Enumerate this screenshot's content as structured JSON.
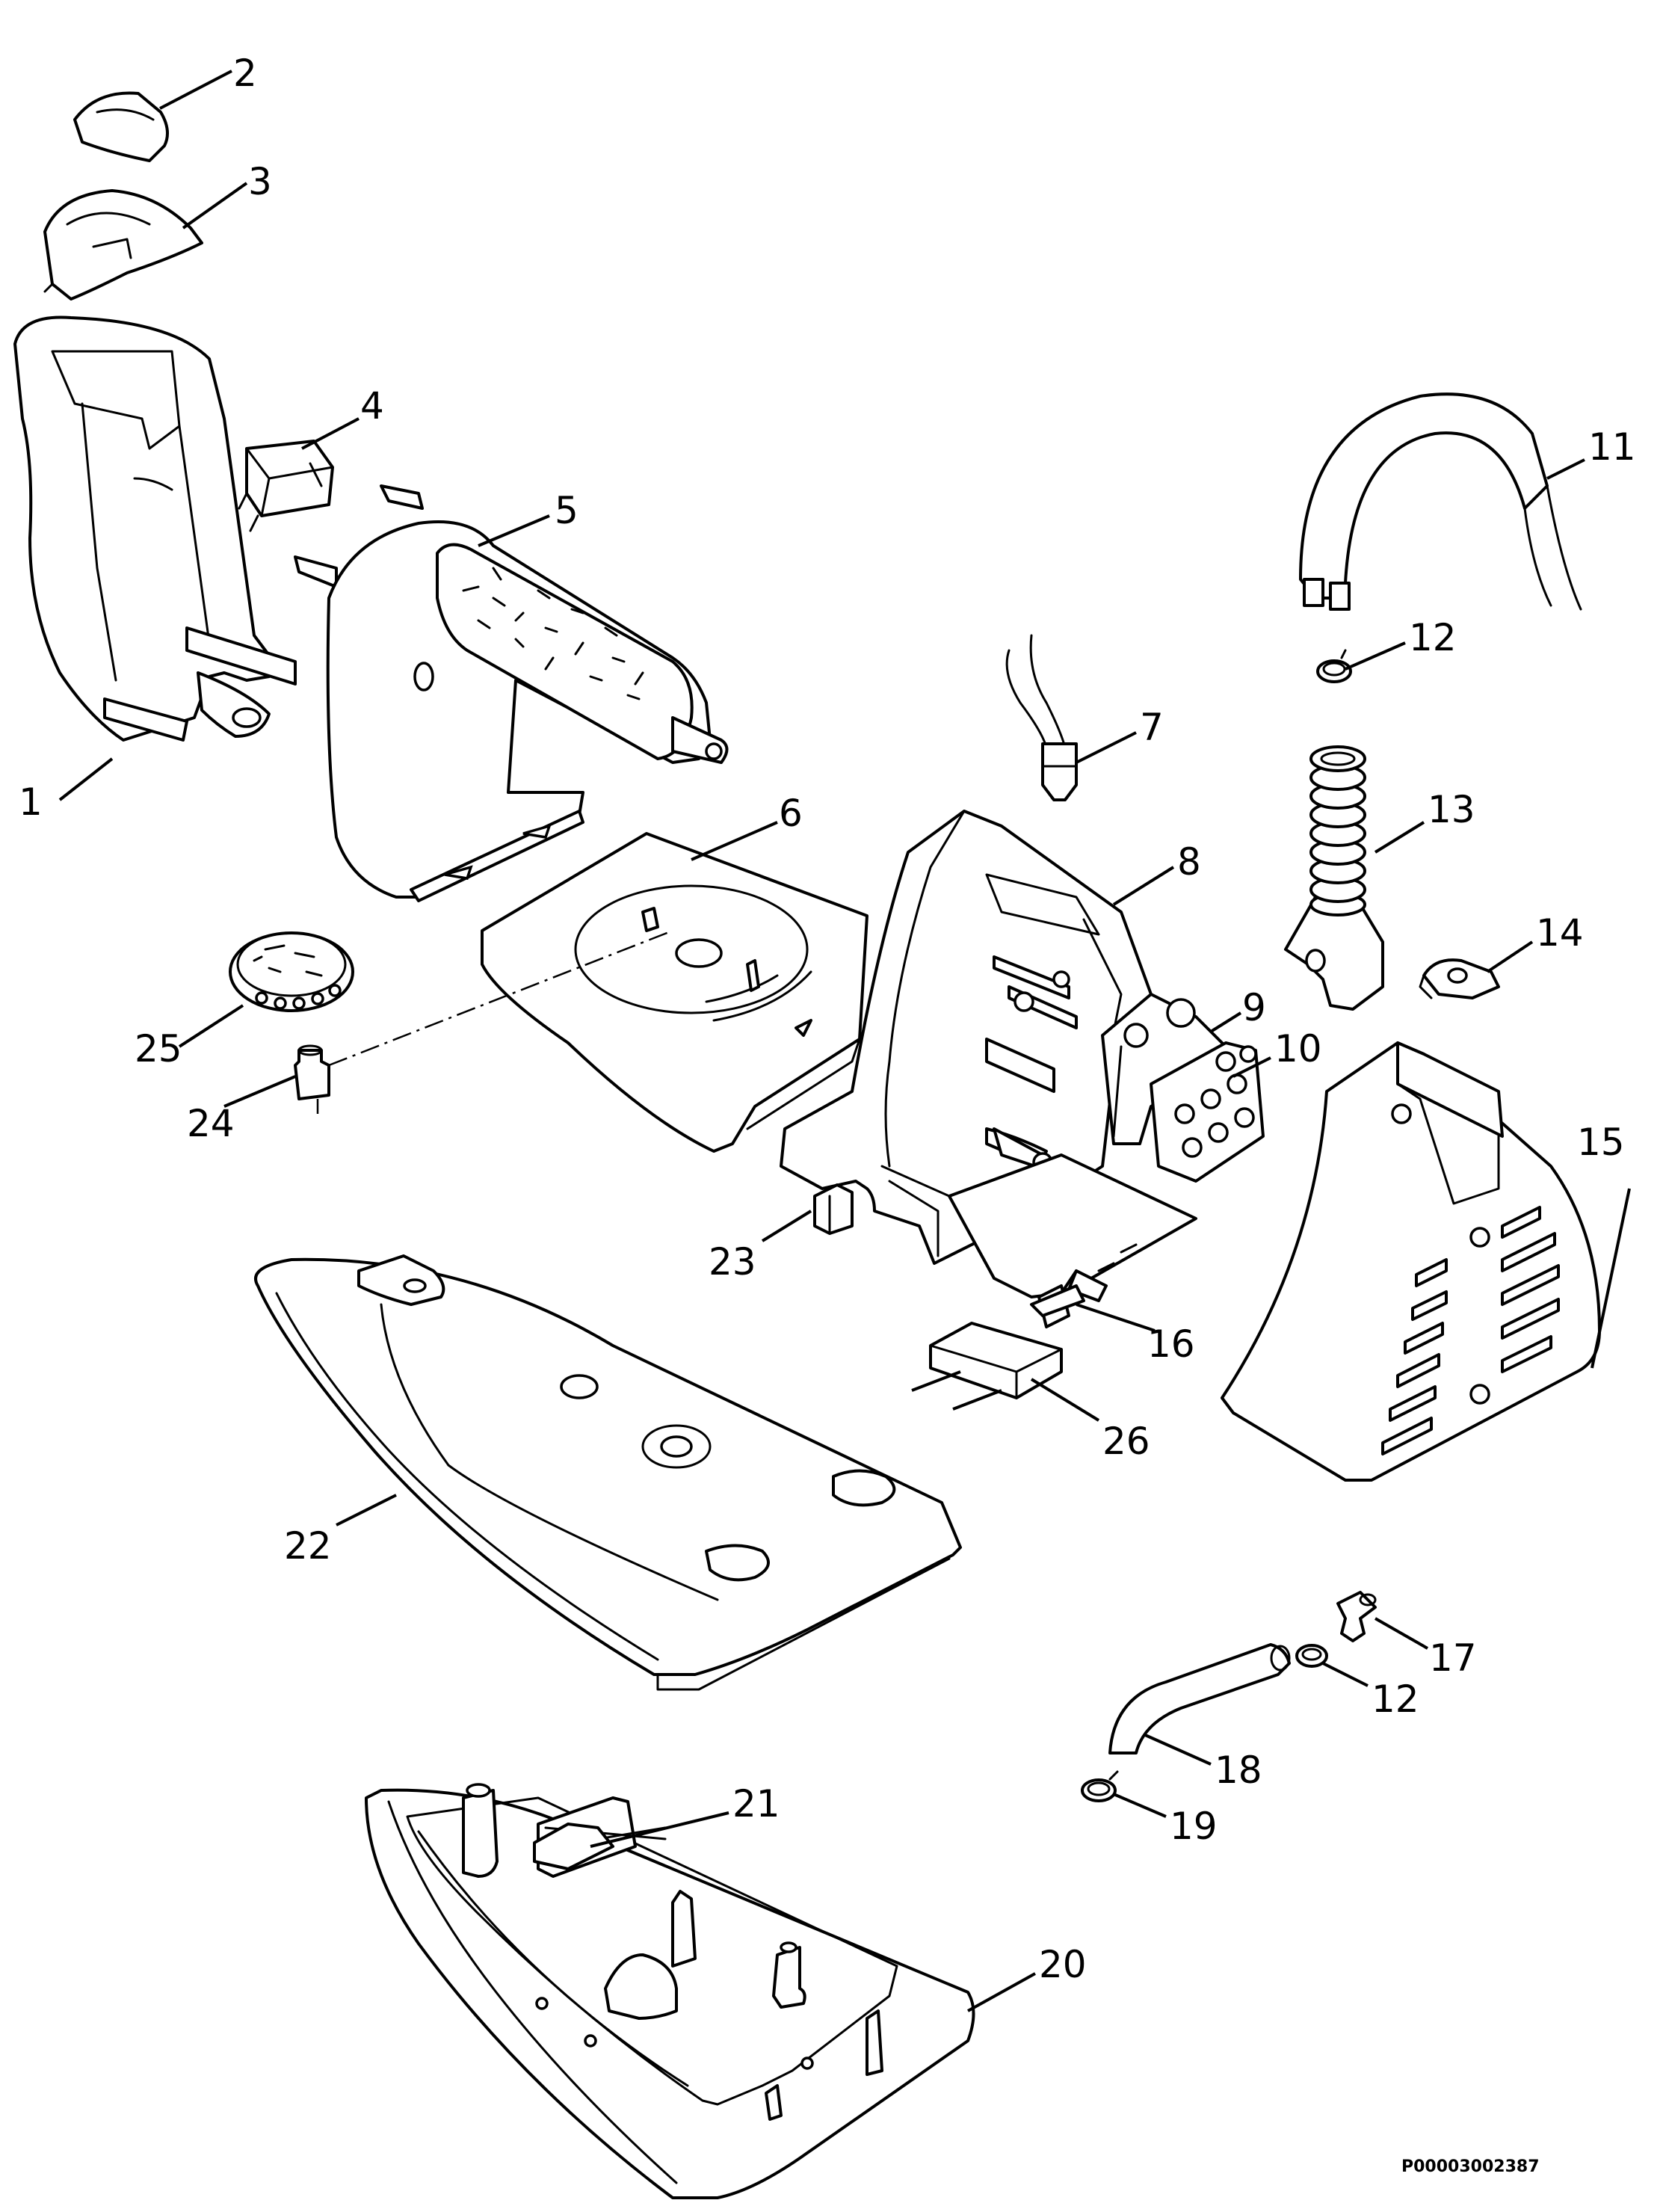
{
  "drawing": {
    "id_code": "P00003002387",
    "callouts": [
      {
        "key": "c1",
        "label": "1"
      },
      {
        "key": "c2",
        "label": "2"
      },
      {
        "key": "c3",
        "label": "3"
      },
      {
        "key": "c4",
        "label": "4"
      },
      {
        "key": "c5",
        "label": "5"
      },
      {
        "key": "c6",
        "label": "6"
      },
      {
        "key": "c7",
        "label": "7"
      },
      {
        "key": "c8",
        "label": "8"
      },
      {
        "key": "c9",
        "label": "9"
      },
      {
        "key": "c10",
        "label": "10"
      },
      {
        "key": "c11",
        "label": "11"
      },
      {
        "key": "c12a",
        "label": "12"
      },
      {
        "key": "c12b",
        "label": "12"
      },
      {
        "key": "c13",
        "label": "13"
      },
      {
        "key": "c14",
        "label": "14"
      },
      {
        "key": "c15",
        "label": "15"
      },
      {
        "key": "c16",
        "label": "16"
      },
      {
        "key": "c17",
        "label": "17"
      },
      {
        "key": "c18",
        "label": "18"
      },
      {
        "key": "c19",
        "label": "19"
      },
      {
        "key": "c20",
        "label": "20"
      },
      {
        "key": "c21",
        "label": "21"
      },
      {
        "key": "c22",
        "label": "22"
      },
      {
        "key": "c23",
        "label": "23"
      },
      {
        "key": "c24",
        "label": "24"
      },
      {
        "key": "c25",
        "label": "25"
      },
      {
        "key": "c26",
        "label": "26"
      }
    ]
  }
}
